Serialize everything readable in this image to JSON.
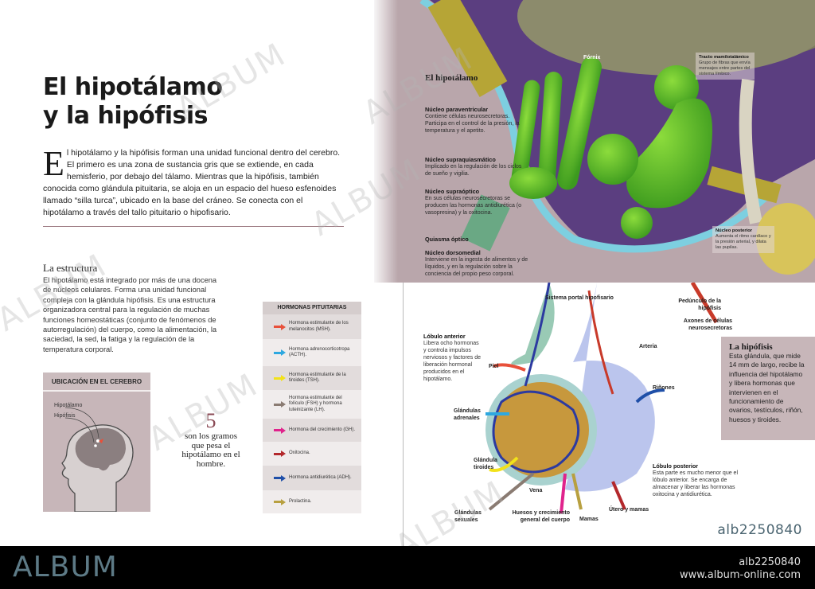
{
  "left_page": {
    "title_line1": "El hipotálamo",
    "title_line2": "y la hipófisis",
    "intro_dropcap": "E",
    "intro_text": "l hipotálamo y la hipófisis forman una unidad funcional dentro del cerebro. El primero es una zona de sustancia gris que se extiende, en cada hemisferio, por debajo del tálamo. Mientras que la hipófisis, también conocida como glándula pituitaria, se aloja en un espacio del hueso esfenoides llamado “silla turca”, ubicado en la base del cráneo. Se conecta con el hipotálamo a través del tallo pituitario o hipofisario.",
    "structure": {
      "title": "La estructura",
      "body": "El hipotálamo está integrado por más de una docena de núcleos celulares. Forma una unidad funcional compleja con la glándula hipófisis. Es una estructura organizadora central para la regulación de muchas funciones homeostáticas (conjunto de fenómenos de autorregulación) del cuerpo, como la alimentación, la saciedad, la sed, la fatiga y la regulación de la temperatura corporal."
    },
    "location_box": {
      "title": "UBICACIÓN EN EL CEREBRO",
      "labels": [
        "Hipotálamo",
        "Hipófisis"
      ]
    },
    "fact": {
      "number": "5",
      "text": "son los gramos que pesa el hipotálamo en el hombre."
    },
    "hormones": {
      "title": "HORMONAS PITUITARIAS",
      "items": [
        {
          "label": "Hormona estimulante de los melanocitos (MSH).",
          "color": "#e8503a"
        },
        {
          "label": "Hormona adrenocorticotropa (ACTH).",
          "color": "#2ea8e0"
        },
        {
          "label": "Hormona estimulante de la tiroides (TSH).",
          "color": "#f2e21a"
        },
        {
          "label": "Hormona estimulante del folículo (FSH) y hormona luteinizante (LH).",
          "color": "#8a7b72"
        },
        {
          "label": "Hormona del crecimiento (GH).",
          "color": "#e0238c"
        },
        {
          "label": "Oxitocina.",
          "color": "#b3282c"
        },
        {
          "label": "Hormona antidiurética (ADH).",
          "color": "#1f4fa8"
        },
        {
          "label": "Prolactina.",
          "color": "#b8a040"
        }
      ]
    }
  },
  "right_page": {
    "hypothalamus": {
      "title": "El hipotálamo",
      "fornix": "Fórnix",
      "nuclei": [
        {
          "name": "Núcleo paraventricular",
          "desc": "Contiene células neurosecretoras. Participa en el control de la presión, la temperatura y el apetito."
        },
        {
          "name": "Núcleo supraquiasmático",
          "desc": "Implicado en la regulación de los ciclos de sueño y vigilia."
        },
        {
          "name": "Núcleo supraóptico",
          "desc": "En sus células neurosecretoras se producen las hormonas antidiurética (o vasopresina) y la oxitocina."
        },
        {
          "name": "Quiasma óptico",
          "desc": ""
        },
        {
          "name": "Núcleo dorsomedial",
          "desc": "Interviene en la ingesta de alimentos y de líquidos, y en la regulación sobre la conciencia del propio peso corporal."
        }
      ],
      "tract": {
        "name": "Tracto mamilotalámico",
        "desc": "Grupo de fibras que envía mensajes entre partes del sistema límbico."
      },
      "posterior_nucleus": {
        "name": "Núcleo posterior",
        "desc": "Aumenta el ritmo cardíaco y la presión arterial, y dilata las pupilas."
      }
    },
    "pituitary": {
      "portal": "Sistema portal hipofisario",
      "peduncle": "Pedúnculo de la hipófisis",
      "axons": "Axones de células neurosecretoras",
      "artery": "Arteria",
      "anterior": {
        "name": "Lóbulo anterior",
        "desc": "Libera ocho hormonas y controla impulsos nerviosos y factores de liberación hormonal producidos en el hipotálamo."
      },
      "posterior": {
        "name": "Lóbulo posterior",
        "desc": "Esta parte es mucho menor que el lóbulo anterior. Se encarga de almacenar y liberar las hormonas oxitocina y antidiurética."
      },
      "targets": {
        "skin": "Piel",
        "adrenal": "Glándulas adrenales",
        "thyroid": "Glándula tiroides",
        "vein": "Vena",
        "sexual": "Glándulas sexuales",
        "bones": "Huesos y crecimiento general del cuerpo",
        "breasts": "Mamas",
        "uterus": "Útero y mamas",
        "kidneys": "Riñones"
      },
      "box": {
        "title": "La hipófisis",
        "body": "Esta glándula, que mide 14 mm de largo, recibe la influencia del hipotálamo y libera hormonas que intervienen en el funcionamiento de ovarios, testículos, riñón, huesos y tiroides."
      }
    }
  },
  "watermark": "ALBUM",
  "image_id": "alb2250840",
  "footer": {
    "logo": "ALBUM",
    "id": "alb2250840",
    "url": "www.album-online.com"
  }
}
